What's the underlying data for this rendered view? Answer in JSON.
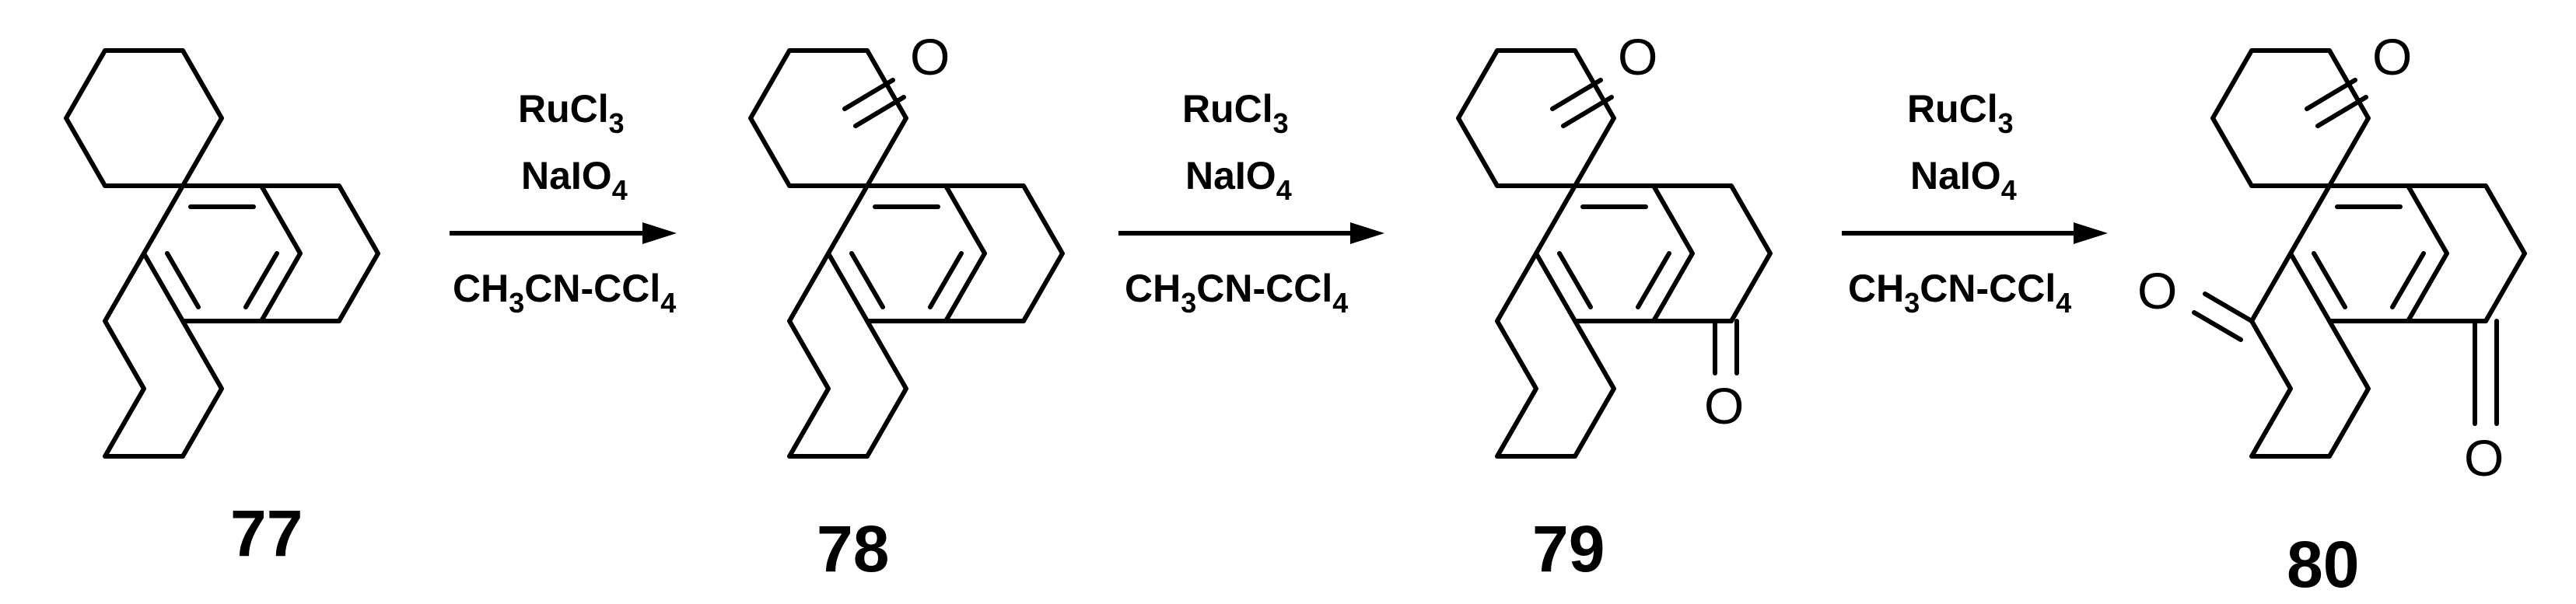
{
  "compounds": [
    {
      "label": "77",
      "oxygen_symbols": []
    },
    {
      "label": "78",
      "oxygen_symbols": [
        "O"
      ]
    },
    {
      "label": "79",
      "oxygen_symbols": [
        "O",
        "O"
      ]
    },
    {
      "label": "80",
      "oxygen_symbols": [
        "O",
        "O",
        "O"
      ]
    }
  ],
  "steps": [
    {
      "reagent1": {
        "base": "RuCl",
        "sub": "3"
      },
      "reagent2": {
        "base": "NaIO",
        "sub": "4"
      },
      "solvent": {
        "a": "CH",
        "a_sub": "3",
        "b": "CN-CCl",
        "b_sub": "4"
      }
    },
    {
      "reagent1": {
        "base": "RuCl",
        "sub": "3"
      },
      "reagent2": {
        "base": "NaIO",
        "sub": "4"
      },
      "solvent": {
        "a": "CH",
        "a_sub": "3",
        "b": "CN-CCl",
        "b_sub": "4"
      }
    },
    {
      "reagent1": {
        "base": "RuCl",
        "sub": "3"
      },
      "reagent2": {
        "base": "NaIO",
        "sub": "4"
      },
      "solvent": {
        "a": "CH",
        "a_sub": "3",
        "b": "CN-CCl",
        "b_sub": "4"
      }
    }
  ]
}
